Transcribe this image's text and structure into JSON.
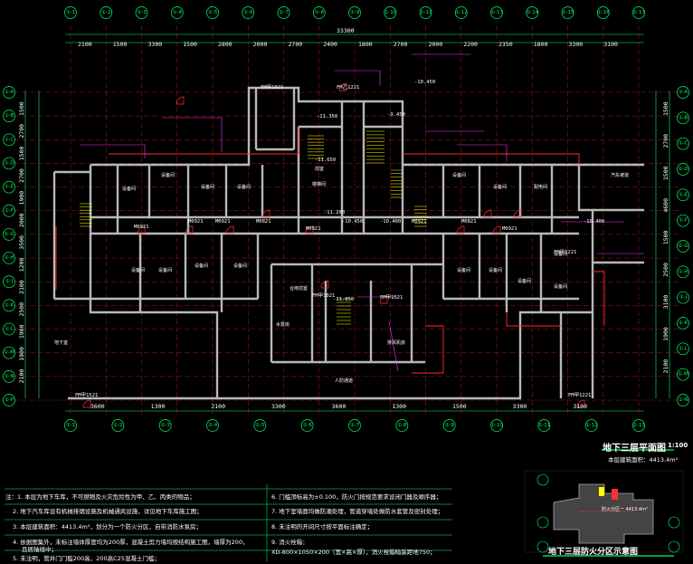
{
  "drawing": {
    "title": "地下三层平面图",
    "scale": "1:100",
    "area_label": "本层建筑面积：4413.4m²",
    "inset_title": "地下三层防火分区示意图",
    "inset_area": "防火分区一 4413.4m²"
  },
  "top_dimensions": [
    "2100",
    "1500",
    "3300",
    "1500",
    "2800",
    "2000",
    "2700",
    "2400",
    "1800",
    "2700",
    "2000",
    "2200",
    "2350",
    "1800",
    "3300",
    "3100"
  ],
  "top_total": "33300",
  "bottom_dimensions": [
    "3600",
    "1300",
    "2100",
    "3300",
    "3600",
    "1300",
    "1500",
    "3300",
    "3100"
  ],
  "left_dimensions": [
    "1500",
    "2700",
    "1500",
    "2700",
    "1900",
    "2000",
    "3500",
    "1200",
    "2100",
    "2500",
    "1900",
    "1900",
    "2100"
  ],
  "right_dimensions": [
    "1500",
    "2700",
    "1500",
    "4600",
    "1500",
    "2500",
    "3100",
    "1900",
    "2100"
  ],
  "axis_top": [
    "①-1",
    "①-2",
    "①-3",
    "①-4",
    "①-5",
    "①-6",
    "①-7",
    "①-8",
    "①-9",
    "①-10",
    "①-11",
    "①-12",
    "①-13",
    "①-14",
    "①-15",
    "①-16",
    "①-17"
  ],
  "axis_bottom": [
    "①-1",
    "①-2",
    "①-3",
    "①-4",
    "①-5",
    "①-6",
    "①-7",
    "①-8",
    "①-9",
    "①-10",
    "①-11",
    "①-12",
    "①-13"
  ],
  "axis_left": [
    "①-A",
    "①-B",
    "①-C",
    "①-D",
    "①-E",
    "①-F",
    "①-G",
    "①-H",
    "①-J",
    "①-K",
    "①-L",
    "①-M",
    "①-N",
    "①-P"
  ],
  "axis_right": [
    "①-A",
    "①-B",
    "①-C",
    "①-D",
    "①-E",
    "①-F",
    "①-G",
    "①-H",
    "①-J",
    "①-K",
    "①-L",
    "①-M",
    "①-N"
  ],
  "elevations": [
    "-10.450",
    "-10.400",
    "-11.350",
    "-9.450",
    "-10.450",
    "-10.400",
    "-11.850",
    "-11.650",
    "-11.200"
  ],
  "door_tags": [
    "FM甲1521",
    "FM甲1021",
    "FM乙1221",
    "M0921",
    "M0921",
    "M0921",
    "M0821",
    "M0921",
    "M0921",
    "M0821",
    "M0921",
    "FM甲1221",
    "FM甲1021",
    "FM甲1521",
    "FM甲1221"
  ],
  "room_labels": [
    "地下室",
    "设备间",
    "设备间",
    "设备间",
    "设备间",
    "楼梯间",
    "前室",
    "合用前室",
    "水泵房",
    "设备间",
    "设备间",
    "设备间",
    "设备间",
    "设备间",
    "设备间",
    "配电间",
    "设备间",
    "设备间",
    "设备间",
    "设备间",
    "设备间",
    "人防通道",
    "排风机房",
    "汽车坡道"
  ],
  "notes_left": [
    "注：1. 本层为地下车库，不可燃物及火灾危险性为甲、乙、丙类的物品；",
    "2. 地下汽车库设有机械排烟设施及机械通风设施，详见地下车库施工图；",
    "3. 本层建筑面积：4413.4m²，划分为一个防火分区，自带消防水泵房；",
    "4. 依据图集外，未标注墙体厚度均为200厚，混凝土剪力墙均按结构施工图，墙厚为200，",
    "且居轴线中；",
    "5. 未注明，管井门门槛200高，200高C25混凝土门槛；"
  ],
  "notes_right": [
    "6. 门槛顶标高为±0.100，防火门按规范要求设闭门器及顺序器；",
    "7. 地下室墙面均做防潮处理，管道穿墙处做防水套管及密封处理；",
    "8. 未注明的开间尺寸按平面标注确定；",
    "9. 消火栓箱：",
    "XD-800×1050×200（宽×高×厚），消火栓箱暗装距地750；"
  ],
  "colors": {
    "wall": "#b8b8b8",
    "grid": "#00e080",
    "dimension": "#00ff66",
    "door": "#ff3030",
    "stair": "#ffff00",
    "pipe": "#ff33ff",
    "text": "#ffffff",
    "background": "#000000"
  }
}
